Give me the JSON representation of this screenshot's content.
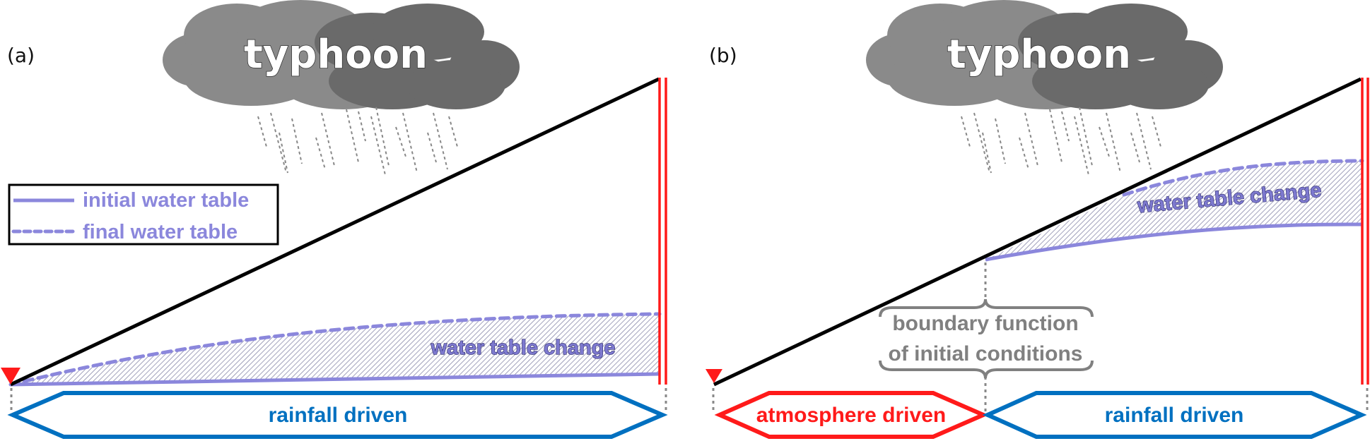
{
  "figure": {
    "panels": [
      {
        "label": "(a)",
        "cloud_label": "typhoon",
        "legend": {
          "items": [
            {
              "label": "initial water table",
              "style": "solid"
            },
            {
              "label": "final water table",
              "style": "dashed"
            }
          ]
        },
        "shaded_region_label": "water table change",
        "zones": [
          {
            "label": "rainfall driven",
            "color": "#0070c0"
          }
        ]
      },
      {
        "label": "(b)",
        "cloud_label": "typhoon",
        "shaded_region_label": "water table change",
        "boundary_annotation": [
          "boundary function",
          "of initial conditions"
        ],
        "zones": [
          {
            "label": "atmosphere driven",
            "color": "#ff1a1a"
          },
          {
            "label": "rainfall driven",
            "color": "#0070c0"
          }
        ]
      }
    ],
    "colors": {
      "water_table": "#8b87dc",
      "slope": "#000000",
      "boundary": "#ff1a1a",
      "rainfall": "#0070c0",
      "atmosphere": "#ff1a1a",
      "annotation": "#808080"
    }
  }
}
